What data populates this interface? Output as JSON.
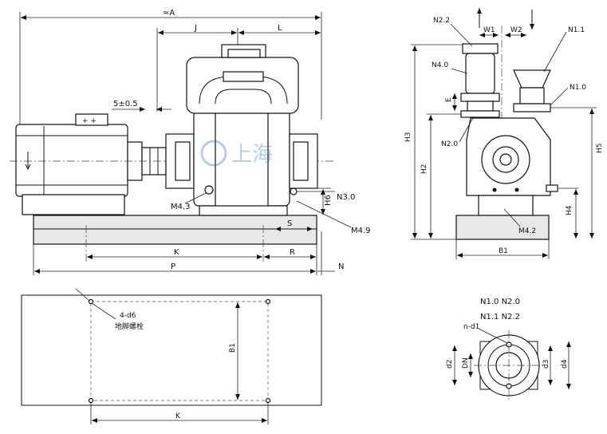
{
  "diagram": {
    "main_view": {
      "dims": {
        "overall_length": "≈A",
        "J": "J",
        "L": "L",
        "gap": "5±0.5",
        "K": "K",
        "R": "R",
        "P": "P",
        "N": "N",
        "S": "S",
        "H6": "H6"
      },
      "ports": {
        "M4_3": "M4.3",
        "N3_0": "N3.0",
        "M4_9": "M4.9"
      }
    },
    "side_view": {
      "dims": {
        "W1": "W1",
        "W2": "W2",
        "E": "E",
        "H3": "H3",
        "H2": "H2",
        "H5": "H5",
        "H4": "H4",
        "B1": "B1"
      },
      "ports": {
        "N2_2": "N2.2",
        "N1_1": "N1.1",
        "N4_0": "N4.0",
        "N1_0": "N1.0",
        "N2_0": "N2.0",
        "M4_2": "M4.2"
      }
    },
    "base_plan": {
      "bolt_count": "4-d6",
      "bolt_note": "地脚螺栓",
      "B1": "B1",
      "K": "K"
    },
    "flange": {
      "title_line1": "N1.0  N2.0",
      "title_line2": "N1.1  N2.2",
      "holes": "n-d1",
      "d2": "d2",
      "DN": "DN",
      "d3": "d3",
      "d4": "d4"
    },
    "watermark": "上海"
  }
}
